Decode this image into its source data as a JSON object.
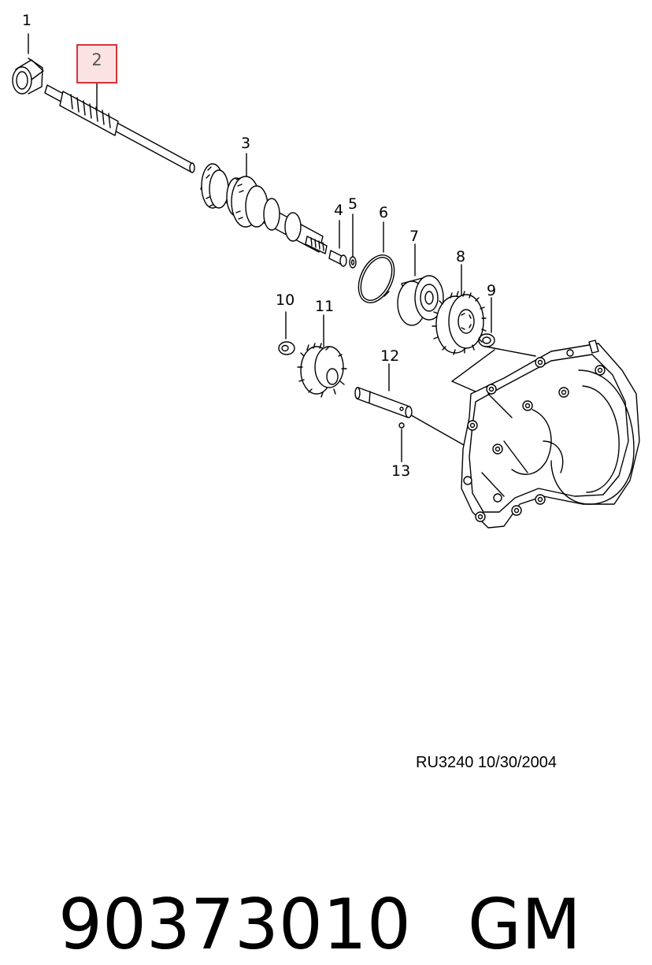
{
  "callouts": {
    "c1": "1",
    "c2": "2",
    "c3": "3",
    "c4": "4",
    "c5": "5",
    "c6": "6",
    "c7": "7",
    "c8": "8",
    "c9": "9",
    "c10": "10",
    "c11": "11",
    "c12": "12",
    "c13": "13"
  },
  "highlighted_callout": "2",
  "drawing_reference": "RU3240  10/30/2004",
  "part_number": "90373010",
  "brand": "GM",
  "colors": {
    "highlight_border": "#d8333a",
    "highlight_fill": "#fbe3e3"
  }
}
